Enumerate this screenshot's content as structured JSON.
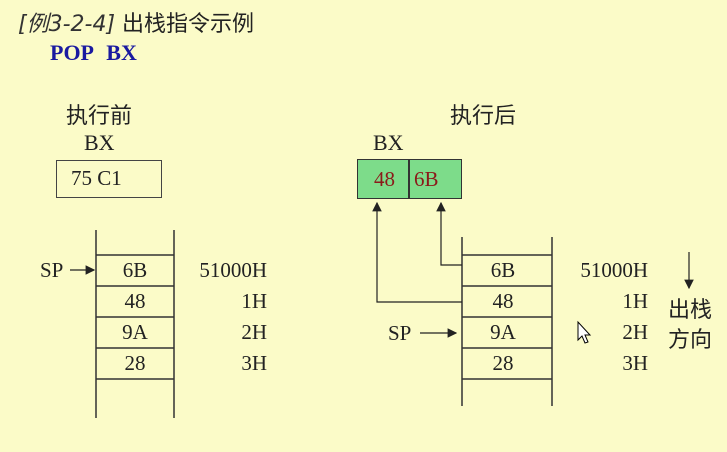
{
  "header": {
    "example_label": "[例3-2-4]",
    "title": "出栈指令示例",
    "instruction": "POP BX"
  },
  "before": {
    "heading": "执行前",
    "register_name": "BX",
    "register_value": "75 C1",
    "sp_label": "SP",
    "stack": [
      {
        "value": "6B",
        "address": "51000H"
      },
      {
        "value": "48",
        "address": "1H"
      },
      {
        "value": "9A",
        "address": "2H"
      },
      {
        "value": "28",
        "address": "3H"
      }
    ]
  },
  "after": {
    "heading": "执行后",
    "register_name": "BX",
    "register_high": "48",
    "register_low": "6B",
    "sp_label": "SP",
    "stack": [
      {
        "value": "6B",
        "address": "51000H"
      },
      {
        "value": "48",
        "address": "1H"
      },
      {
        "value": "9A",
        "address": "2H"
      },
      {
        "value": "28",
        "address": "3H"
      }
    ],
    "direction_label_line1": "出栈",
    "direction_label_line2": "方向"
  },
  "colors": {
    "background": "#fbfbc8",
    "register_after_fill": "#7ddc8a",
    "register_after_text": "#8b1a1a",
    "instruction_text": "#1a1aa0"
  }
}
